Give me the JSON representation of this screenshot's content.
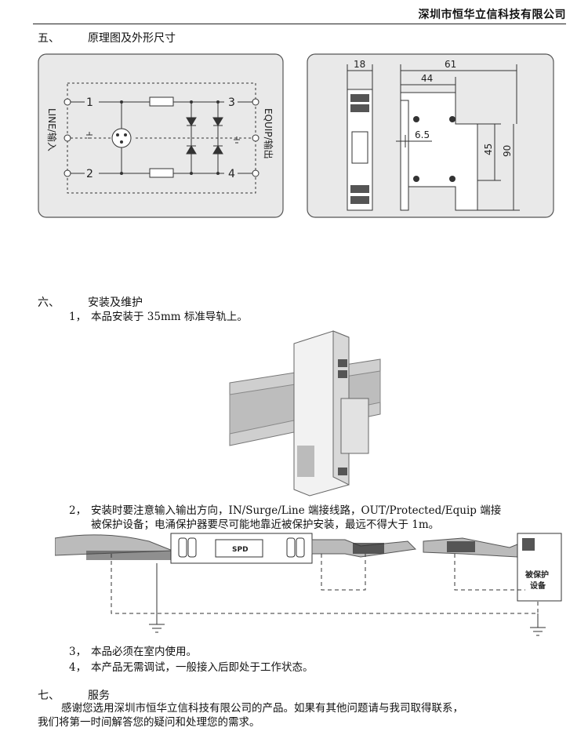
{
  "header": {
    "company": "深圳市恒华立信科技有限公司"
  },
  "section5": {
    "num": "五、",
    "title": "原理图及外形尺寸",
    "schematic": {
      "pin1": "1",
      "pin2": "2",
      "pin3": "3",
      "pin4": "4",
      "left_label": "LINE/输入",
      "right_label": "EQUIP/输出"
    },
    "dimensions": {
      "d18": "18",
      "d61": "61",
      "d44": "44",
      "d65": "6.5",
      "d45": "45",
      "d90": "90"
    }
  },
  "section6": {
    "num": "六、",
    "title": "安装及维护",
    "item1_num": "1，",
    "item1": "本品安装于 35mm 标准导轨上。",
    "item2_num": "2，",
    "item2_line1": "安装时要注意输入输出方向，IN/Surge/Line 端接线路，OUT/Protected/Equip 端接",
    "item2_line2": "被保护设备；电涌保护器要尽可能地靠近被保护安装，最远不得大于 1m。",
    "wiring": {
      "spd_label": "SPD",
      "equip_line1": "被保护",
      "equip_line2": "设备"
    },
    "item3_num": "3，",
    "item3": "本品必须在室内使用。",
    "item4_num": "4，",
    "item4": "本产品无需调试，一般接入后即处于工作状态。"
  },
  "section7": {
    "num": "七、",
    "title": "服务",
    "line1": "感谢您选用深圳市恒华立信科技有限公司的产品。如果有其他问题请与我司取得联系，",
    "line2": "我们将第一时间解答您的疑问和处理您的需求。"
  }
}
